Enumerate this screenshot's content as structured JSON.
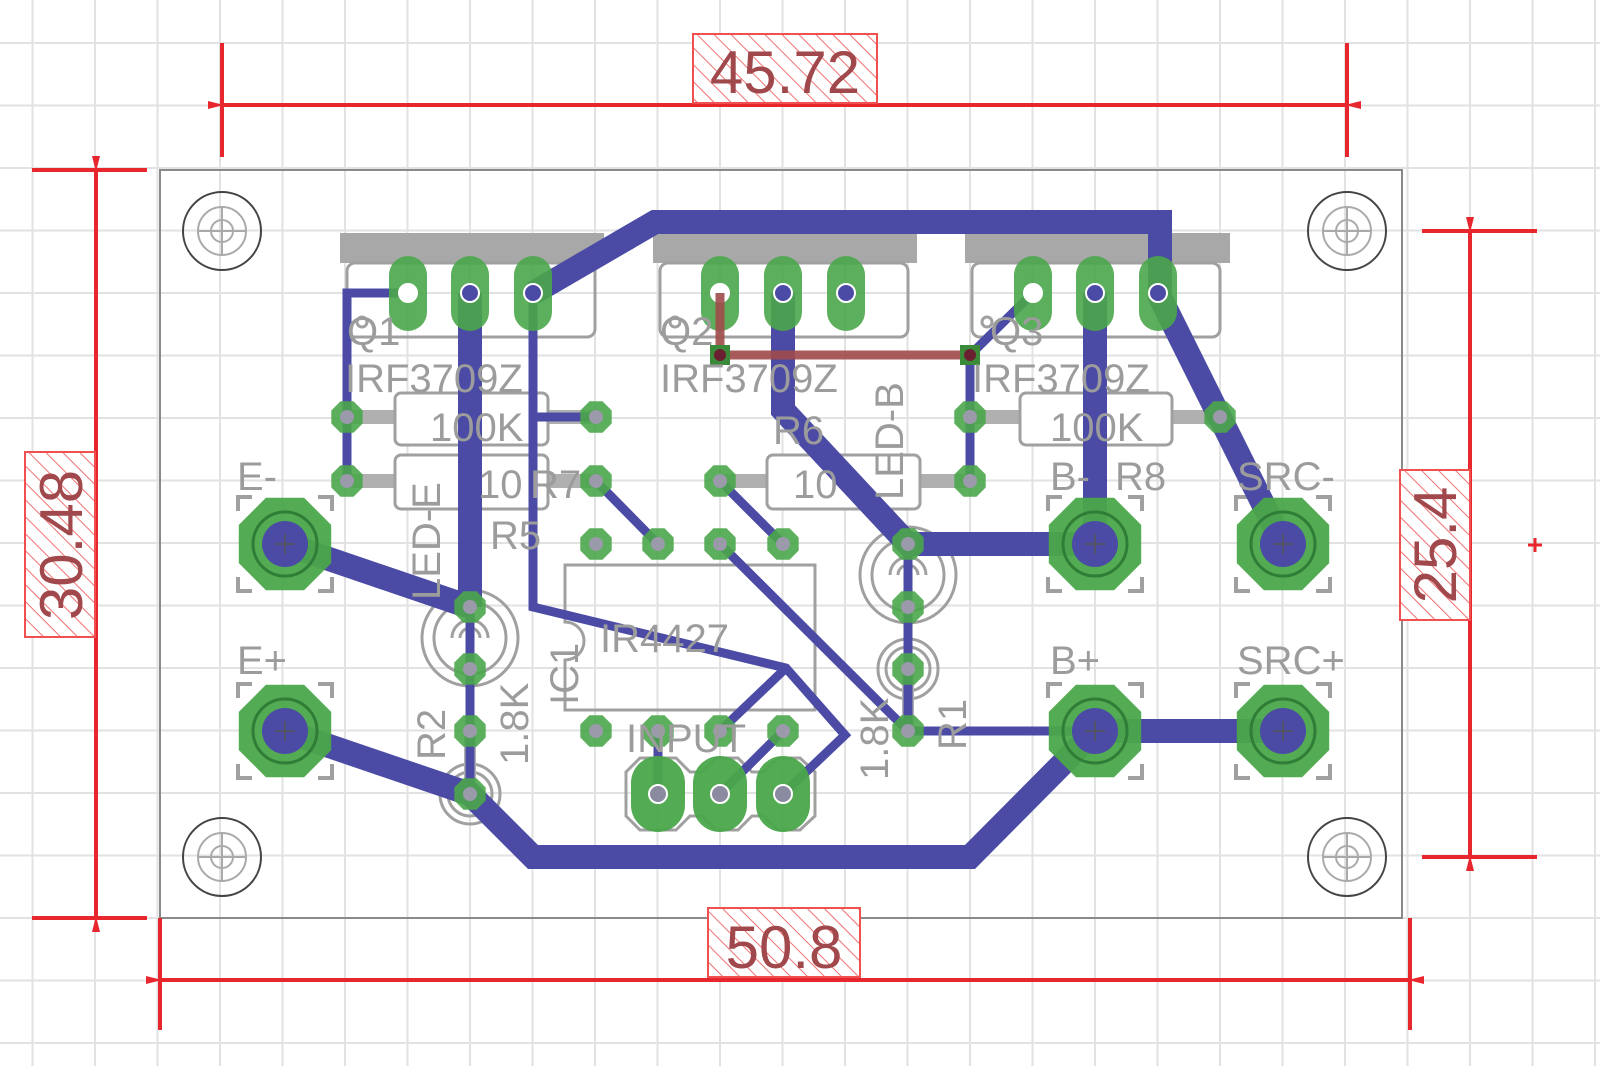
{
  "dimensions": {
    "top": "45.72",
    "left": "30.48",
    "right": "25.4",
    "bottom": "50.8"
  },
  "components": {
    "q1": {
      "name": "Q1",
      "value": "IRF3709Z"
    },
    "q2": {
      "name": "Q2",
      "value": "IRF3709Z"
    },
    "q3": {
      "name": "Q3",
      "value": "IRF3709Z"
    },
    "r5": {
      "name": "R5",
      "value": "100K"
    },
    "r7": {
      "name": "R7",
      "value": "10"
    },
    "r6": {
      "name": "R6",
      "value": "10"
    },
    "r8": {
      "name": "R8",
      "value": "100K"
    },
    "r1": {
      "name": "R1",
      "value": "1.8K"
    },
    "r2": {
      "name": "R2",
      "value": "1.8K"
    },
    "ic1": {
      "name": "IC1",
      "value": "IR4427"
    },
    "led_e": {
      "name": "LED-E"
    },
    "led_b": {
      "name": "LED-B"
    },
    "input": {
      "name": "INPUT"
    }
  },
  "terminals": {
    "e_minus": "E-",
    "e_plus": "E+",
    "b_minus": "B-",
    "b_plus": "B+",
    "src_minus": "SRC-",
    "src_plus": "SRC+"
  },
  "colors": {
    "copper_bottom": "#4b4ba6",
    "copper_top": "#a04a4a",
    "pad": "#4aa64a",
    "dimension": "#e8262e",
    "silkscreen": "#a0a0a0",
    "grid": "#e2e2e2"
  }
}
